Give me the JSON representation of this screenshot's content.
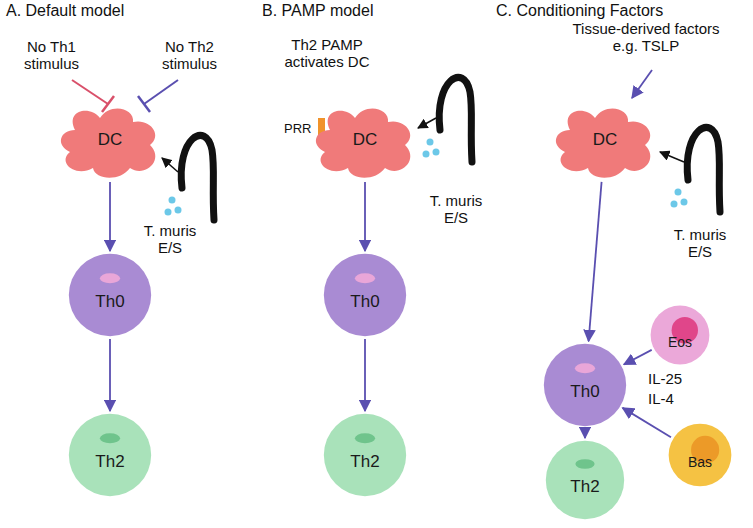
{
  "diagram": {
    "nodes": [
      {
        "text": [
          "DC"
        ]
      },
      {
        "text": [
          "Th0"
        ]
      },
      {
        "text": [
          "Th2"
        ]
      },
      {
        "text": [
          "DC"
        ]
      },
      {
        "text": [
          "Th0"
        ]
      },
      {
        "text": [
          "Th2"
        ]
      },
      {
        "text": [
          "DC"
        ]
      },
      {
        "text": [
          "Eos"
        ]
      },
      {
        "text": [
          "Th0"
        ]
      },
      {
        "text": [
          "Bas"
        ]
      },
      {
        "text": [
          "Th2"
        ]
      }
    ],
    "edges": [
      {
        "from": 0,
        "to": 1,
        "arrow": "to"
      },
      {
        "from": 1,
        "to": 2,
        "arrow": "to"
      },
      {
        "from": 3,
        "to": 4,
        "arrow": "to"
      },
      {
        "from": 4,
        "to": 5,
        "arrow": "to"
      },
      {
        "from": 6,
        "to": 8,
        "arrow": "to"
      },
      {
        "from": 8,
        "to": 10,
        "arrow": "to"
      },
      {
        "from": 7,
        "to": 8,
        "arrow": "to"
      },
      {
        "from": 9,
        "to": 8,
        "arrow": "to"
      }
    ],
    "labels": [
      "A. Default model",
      "No Th1 stimulus",
      "No Th2 stimulus",
      "T. muris E/S",
      "B. PAMP model",
      "Th2 PAMP activates DC",
      "PRR",
      "T. muris E/S",
      "C. Conditioning Factors",
      "Tissue-derived factors e.g. TSLP",
      "T. muris E/S",
      "IL-25",
      "IL-4"
    ]
  }
}
